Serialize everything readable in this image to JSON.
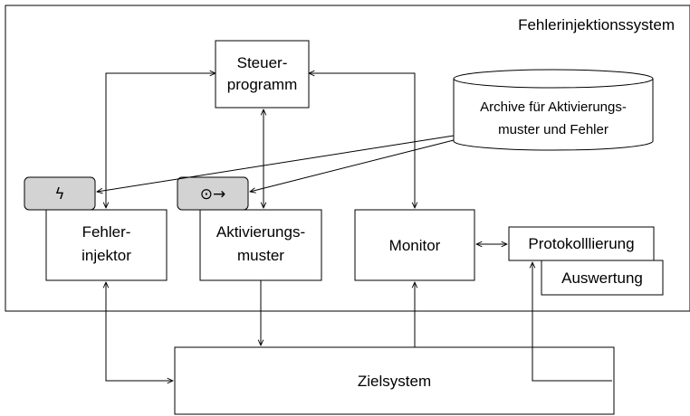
{
  "system": {
    "title": "Fehlerinjektionssystem"
  },
  "nodes": {
    "steuerprogramm": {
      "line1": "Steuer-",
      "line2": "programm"
    },
    "archive": {
      "line1": "Archive für Aktivierungs-",
      "line2": "muster und Fehler"
    },
    "fehlerinjektor": {
      "line1": "Fehler-",
      "line2": "injektor"
    },
    "aktivierungsmuster": {
      "line1": "Aktivierungs-",
      "line2": "muster"
    },
    "monitor": {
      "label": "Monitor"
    },
    "protokollierung": {
      "label": "Protokolllierung"
    },
    "auswertung": {
      "label": "Auswertung"
    },
    "zielsystem": {
      "label": "Zielsystem"
    }
  },
  "icons": {
    "fault_glyph": "ϟ",
    "fault_icon_name": "lightning-icon",
    "activation_glyph": "⊙→",
    "activation_icon_name": "activation-pattern-icon",
    "tab_color": "#d3d3d3"
  }
}
